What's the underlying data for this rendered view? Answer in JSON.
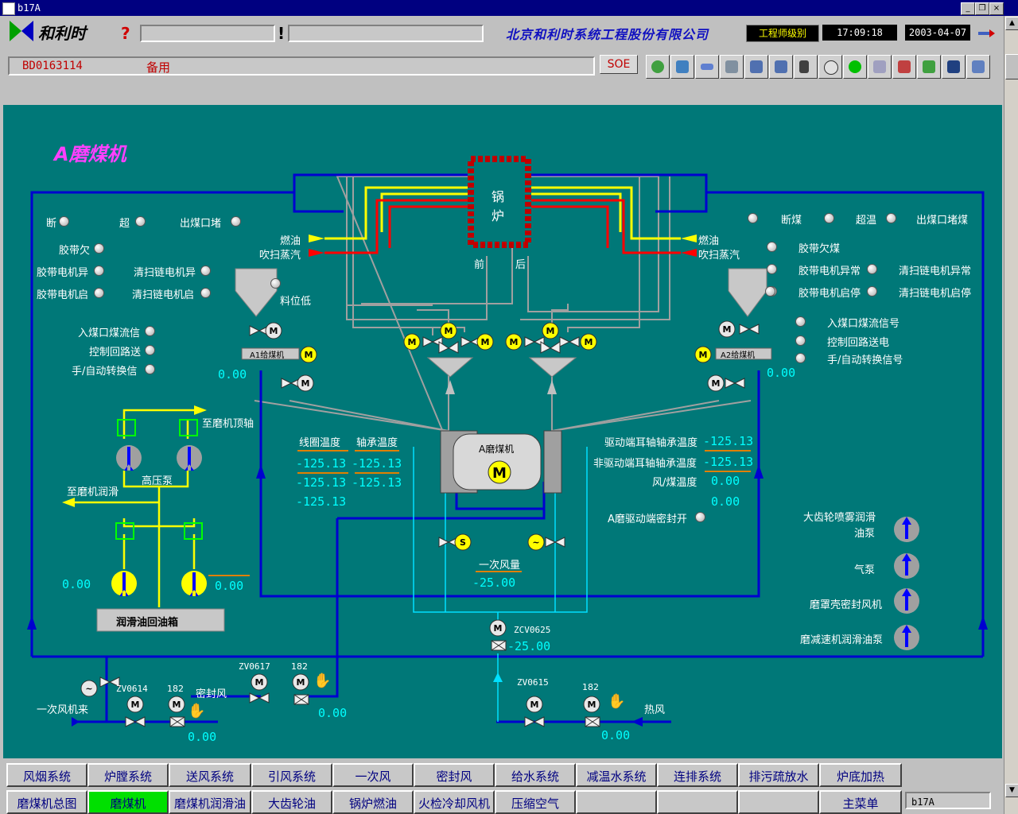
{
  "window": {
    "title": "b17A"
  },
  "header": {
    "logo_text": "和利时",
    "help_symbol": "?",
    "alarm_symbol": "!",
    "company": "北京和利时系统工程股份有限公司",
    "user_level": "工程师级别",
    "time": "17:09:18",
    "date": "2003-04-07",
    "tag_code": "BD0163114",
    "tag_desc": "备用",
    "soe_label": "SOE"
  },
  "main": {
    "title": "A磨煤机",
    "boiler_label1": "锅",
    "boiler_label2": "炉",
    "boiler_front": "前",
    "boiler_back": "后",
    "left_status": {
      "duan": "断",
      "chao": "超",
      "outlet_block": "出煤口堵",
      "belt_under": "胶带欠",
      "belt_motor_abn": "胶带电机异",
      "clean_motor_abn": "清扫链电机异",
      "belt_motor_run": "胶带电机启",
      "clean_motor_run": "清扫链电机启",
      "coal_flow": "入煤口煤流信",
      "ctrl_loop": "控制回路送",
      "hand_auto": "手/自动转换信"
    },
    "right_status": {
      "duan": "断煤",
      "chao": "超温",
      "outlet_block": "出煤口堵煤",
      "belt_under": "胶带欠煤",
      "belt_motor_abn": "胶带电机异常",
      "clean_motor_abn": "清扫链电机异常",
      "belt_motor_run": "胶带电机启停",
      "clean_motor_run": "清扫链电机启停",
      "coal_flow": "入煤口煤流信号",
      "ctrl_loop": "控制回路送电",
      "hand_auto": "手/自动转换信号"
    },
    "oil_left": "燃油",
    "steam_left": "吹扫蒸汽",
    "oil_right": "燃油",
    "steam_right": "吹扫蒸汽",
    "low_level": "料位低",
    "feeder_a1": "A1给煤机",
    "feeder_a2": "A2给煤机",
    "feeder_a1_value": "0.00",
    "feeder_a2_value": "0.00",
    "to_top_shaft": "至磨机顶轴",
    "hp_pump": "高压泵",
    "to_lube": "至磨机润滑",
    "lube_left_value": "0.00",
    "lube_right_value": "0.00",
    "lube_tank": "润滑油回油箱",
    "coil_temp": "线圈温度",
    "bearing_temp": "轴承温度",
    "coil_values": [
      "-125.13",
      "-125.13",
      "-125.13"
    ],
    "bearing_values": [
      "-125.13",
      "-125.13"
    ],
    "mill_label": "A磨煤机",
    "drive_bearing_label": "驱动端耳轴轴承温度",
    "drive_bearing_value": "-125.13",
    "nondrive_bearing_label": "非驱动端耳轴轴承温度",
    "nondrive_bearing_value": "-125.13",
    "air_coal_temp_label": "风/煤温度",
    "air_coal_temp_value": "0.00",
    "extra_value": "0.00",
    "seal_open": "A磨驱动端密封开",
    "primary_air_label": "一次风量",
    "primary_air_value": "-25.00",
    "zcv0625": "ZCV0625",
    "zcv0625_value": "-25.00",
    "zv0614": "ZV0614",
    "zv0617": "ZV0617",
    "zv0615": "ZV0615",
    "n182a": "182",
    "n182b": "182",
    "n182c": "182",
    "seal_air": "密封风",
    "primary_air_in": "一次风机来",
    "hot_air": "热风",
    "v_bottom1": "0.00",
    "v_bottom2": "0.00",
    "v_bottom3": "0.00",
    "pumps": {
      "gear_spray1": "大齿轮喷雾润滑",
      "gear_spray2": "油泵",
      "air_pump": "气泵",
      "seal_fan": "磨罩壳密封风机",
      "reducer_oil": "磨减速机润滑油泵"
    },
    "m_letter": "M",
    "s_letter": "S"
  },
  "nav": {
    "row1": [
      "风烟系统",
      "炉膛系统",
      "送风系统",
      "引风系统",
      "一次风",
      "密封风",
      "给水系统",
      "减温水系统",
      "连排系统",
      "排污疏放水",
      "炉底加热"
    ],
    "row2": [
      "磨煤机总图",
      "磨煤机",
      "磨煤机润滑油",
      "大齿轮油",
      "锅炉燃油",
      "火检冷却风机",
      "压缩空气",
      "",
      "",
      "",
      "主菜单"
    ],
    "status": "b17A"
  },
  "colors": {
    "background": "#007878",
    "pipe_blue": "#0000c0",
    "oil_yellow": "#ffff00",
    "steam_red": "#ff0000",
    "active_nav": "#00e000"
  }
}
